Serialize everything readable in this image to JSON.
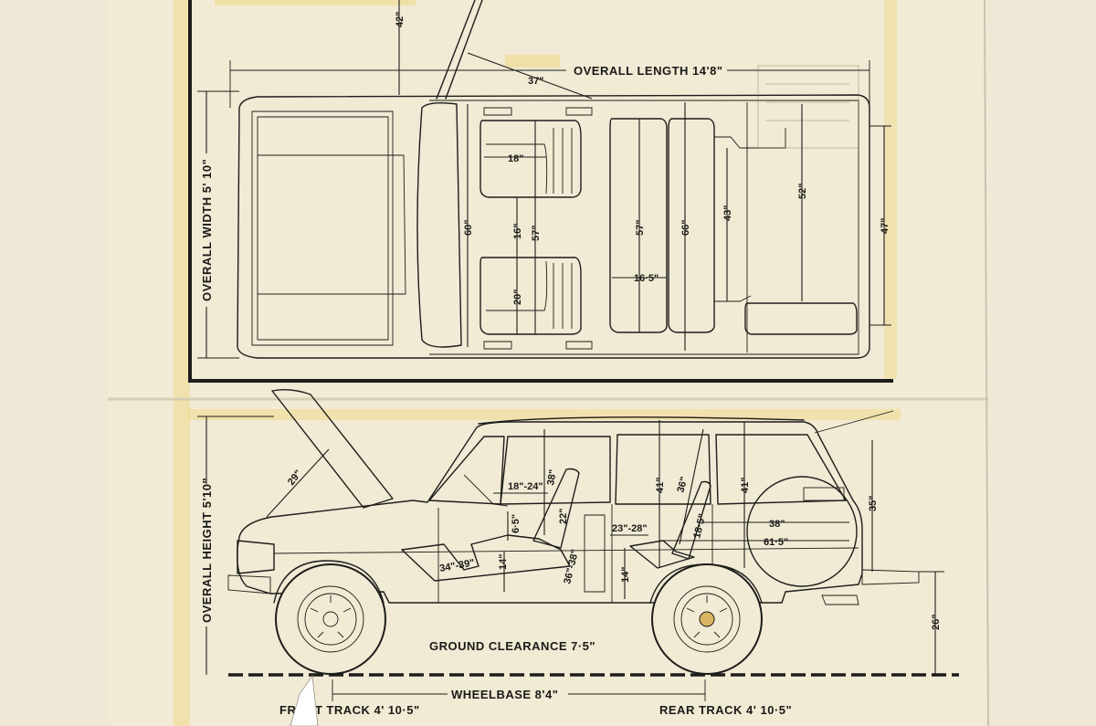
{
  "top_view": {
    "overall_length": "OVERALL LENGTH 14'8\"",
    "overall_width": "OVERALL WIDTH 5' 10\"",
    "door_opening": "42\"",
    "tailgate_depth": "37\"",
    "front_seat_width": "18\"",
    "front_seat_gap": "16\"",
    "front_seat_span": "57\"",
    "front_seat_depth": "20\"",
    "dash_width": "60\"",
    "rear_bench_width": "57\"",
    "rear_bench_depth": "16·5\"",
    "rear_shoulder": "66\"",
    "load_floor_width": "43\"",
    "load_space_width": "52\"",
    "rear_overall_width": "47\""
  },
  "side_view": {
    "overall_height": "OVERALL HEIGHT 5'10\"",
    "bonnet_opening": "29\"",
    "front_legroom": "18\"-24\"",
    "front_headroom": "38\"",
    "seat_height": "6·5\"",
    "front_leg_reach": "34\"-39\"",
    "floor_height": "14\"",
    "backrest": "22\"",
    "rear_legroom": "23\"-28\"",
    "front_seat_travel": "36\"-38\"",
    "rear_floor": "14\"",
    "interior_height_front": "41\"",
    "interior_height_rear": "41\"",
    "rear_backrest": "36\"",
    "rear_seat_height": "18·5\"",
    "load_length": "38\"",
    "load_length_folded": "61·5\"",
    "tailgate_height": "35\"",
    "sill_height": "26\"",
    "ground_clearance": "GROUND CLEARANCE 7·5\"",
    "wheelbase": "WHEELBASE 8'4\"",
    "front_track": "FRONT TRACK 4' 10·5\"",
    "rear_track": "REAR TRACK 4' 10·5\""
  }
}
